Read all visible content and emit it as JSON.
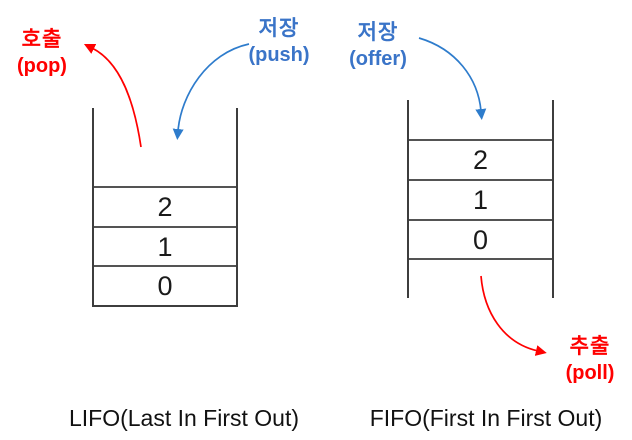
{
  "colors": {
    "red_accent": "#ff0000",
    "blue_accent": "#3a74c8",
    "line": "#3d3d3d",
    "cell_text": "#1a1a1a"
  },
  "stack": {
    "caption": "LIFO(Last In First Out)",
    "cells": [
      "2",
      "1",
      "0"
    ],
    "pop_label": {
      "ko": "호출",
      "en": "(pop)"
    },
    "push_label": {
      "ko": "저장",
      "en": "(push)"
    }
  },
  "queue": {
    "caption": "FIFO(First In First Out)",
    "cells": [
      "2",
      "1",
      "0"
    ],
    "offer_label": {
      "ko": "저장",
      "en": "(offer)"
    },
    "poll_label": {
      "ko": "추출",
      "en": "(poll)"
    }
  }
}
